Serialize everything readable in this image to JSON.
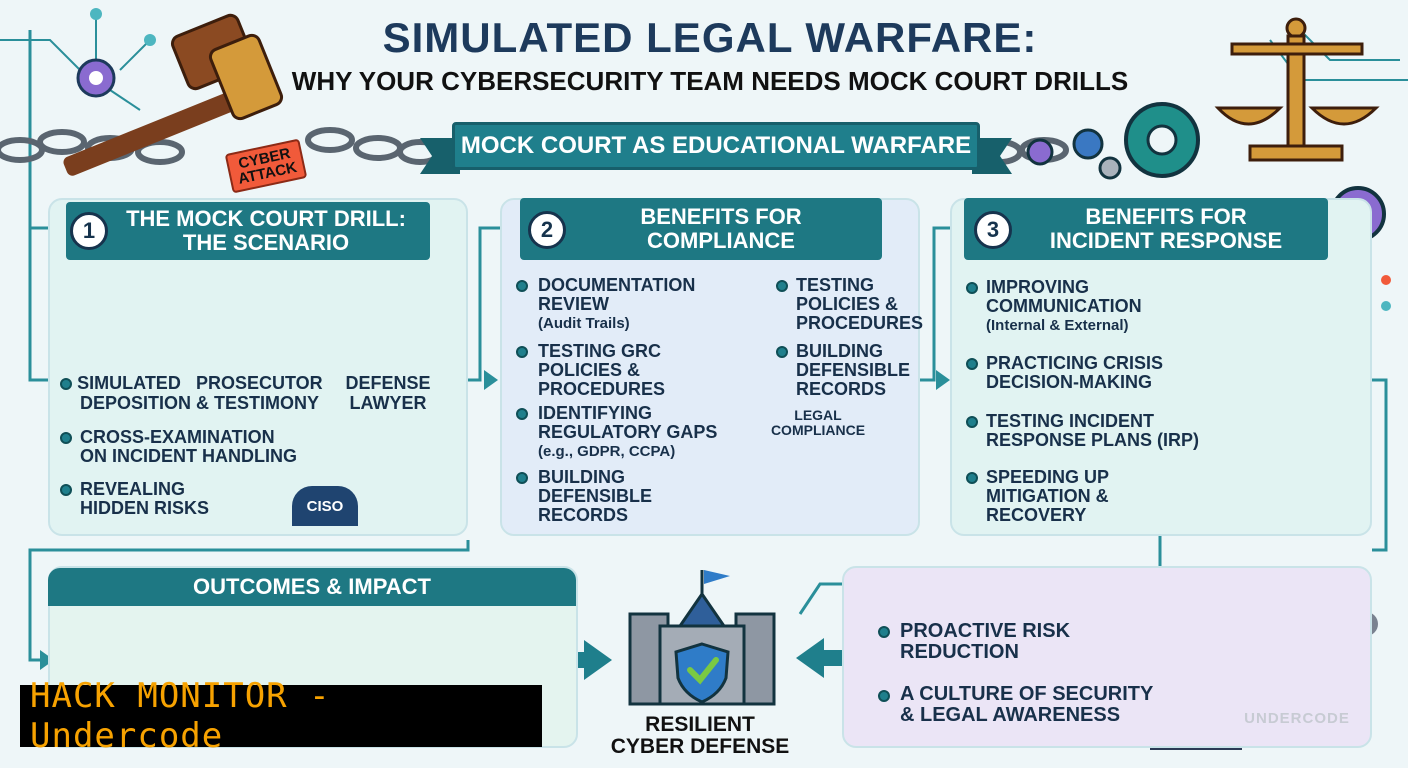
{
  "header": {
    "title": "SIMULATED LEGAL WARFARE:",
    "subtitle": "WHY YOUR CYBERSECURITY TEAM NEEDS MOCK COURT DRILLS",
    "banner": "MOCK COURT AS EDUCATIONAL WARFARE",
    "stamp": "CYBER ATTACK"
  },
  "section1": {
    "number": "1",
    "title_line1": "THE MOCK COURT DRILL:",
    "title_line2": "THE SCENARIO",
    "figure_labels": [
      "SIMULATED",
      "PROSECUTOR",
      "DEFENSE",
      "LAWYER"
    ],
    "items": [
      {
        "line1": "DEPOSITION & TESTIMONY"
      },
      {
        "line1": "CROSS-EXAMINATION",
        "line2": "ON INCIDENT HANDLING"
      },
      {
        "line1": "REVEALING",
        "line2": "HIDDEN RISKS"
      }
    ],
    "badge": "CISO"
  },
  "section2": {
    "number": "2",
    "title_line1": "BENEFITS FOR",
    "title_line2": "COMPLIANCE",
    "left_items": [
      {
        "line1": "DOCUMENTATION",
        "line2": "REVIEW",
        "note": "(Audit Trails)"
      },
      {
        "line1": "TESTING GRC",
        "line2": "POLICIES &",
        "line3": "PROCEDURES"
      },
      {
        "line1": "IDENTIFYING",
        "line2": "REGULATORY GAPS",
        "note": "(e.g., GDPR, CCPA)"
      },
      {
        "line1": "BUILDING",
        "line2": "DEFENSIBLE",
        "line3": "RECORDS"
      }
    ],
    "right_items": [
      {
        "line1": "TESTING",
        "line2": "POLICIES &",
        "line3": "PROCEDURES"
      },
      {
        "line1": "BUILDING",
        "line2": "DEFENSIBLE",
        "line3": "RECORDS"
      }
    ],
    "legal_label_1": "LEGAL",
    "legal_label_2": "COMPLIANCE"
  },
  "section3": {
    "number": "3",
    "title_line1": "BENEFITS FOR",
    "title_line2": "INCIDENT RESPONSE",
    "items": [
      {
        "line1": "IMPROVING",
        "line2": "COMMUNICATION",
        "note": "(Internal & External)"
      },
      {
        "line1": "PRACTICING CRISIS",
        "line2": "DECISION-MAKING"
      },
      {
        "line1": "TESTING INCIDENT",
        "line2": "RESPONSE PLANS (IRP)"
      },
      {
        "line1": "SPEEDING UP",
        "line2": "MITIGATION &",
        "line3": "RECOVERY"
      }
    ]
  },
  "section4": {
    "title": "OUTCOMES & IMPACT"
  },
  "center": {
    "line1": "RESILIENT",
    "line2": "CYBER DEFENSE"
  },
  "section5": {
    "items": [
      {
        "line1": "PROACTIVE RISK",
        "line2": "REDUCTION"
      },
      {
        "line1": "A CULTURE OF SECURITY",
        "line2": "& LEGAL AWARENESS"
      }
    ],
    "logo": "UNDERCODE"
  },
  "watermark": "HACK MONITOR - Undercode",
  "colors": {
    "teal": "#1f7f8c",
    "navy": "#1d3a5c",
    "accent_orange": "#f7a200"
  }
}
